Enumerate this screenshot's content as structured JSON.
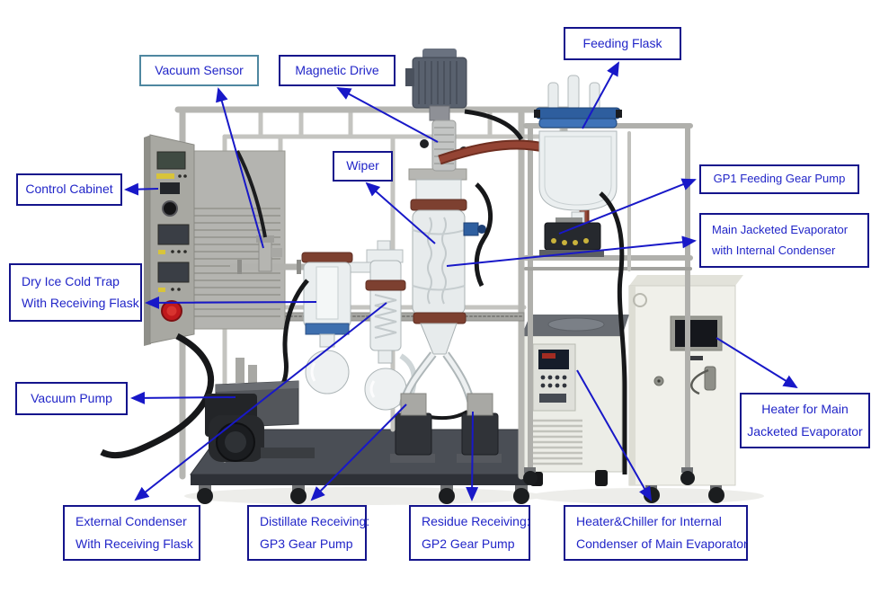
{
  "page": {
    "background": "#ffffff",
    "description": "Annotated photo diagram of a wiped film molecular distillation system"
  },
  "colors": {
    "label_border": "#14148c",
    "vacuum_sensor_border": "#4e87a0",
    "label_text": "#2125c8",
    "arrow": "#1818c8",
    "flange_brown": "#7d4030",
    "flask_clamp_blue": "#2e5e9e",
    "red_pipe": "#8a3c2c"
  },
  "labels": {
    "feeding_flask": {
      "text": "Feeding Flask"
    },
    "vacuum_sensor": {
      "text": "Vacuum Sensor"
    },
    "magnetic_drive": {
      "text": "Magnetic Drive"
    },
    "wiper": {
      "text": "Wiper"
    },
    "control_cabinet": {
      "text": "Control Cabinet"
    },
    "gp1_pump": {
      "text": "GP1 Feeding Gear Pump"
    },
    "main_evaporator": {
      "line1": "Main Jacketed Evaporator",
      "line2": "with Internal Condenser"
    },
    "dry_ice_cold_trap": {
      "line1": "Dry Ice Cold Trap",
      "line2": "With Receiving Flask"
    },
    "vacuum_pump": {
      "text": "Vacuum Pump"
    },
    "external_condenser": {
      "line1": "External Condenser",
      "line2": "With Receiving Flask"
    },
    "distillate_receiving": {
      "line1": "Distillate Receiving:",
      "line2": "GP3 Gear Pump"
    },
    "residue_receiving": {
      "line1": "Residue Receiving:",
      "line2": "GP2 Gear Pump"
    },
    "heater_chiller": {
      "line1": "Heater&Chiller for Internal",
      "line2": "Condenser of Main Evaporator"
    },
    "heater_main": {
      "line1": "Heater for Main",
      "line2": "Jacketed Evaporator"
    }
  }
}
